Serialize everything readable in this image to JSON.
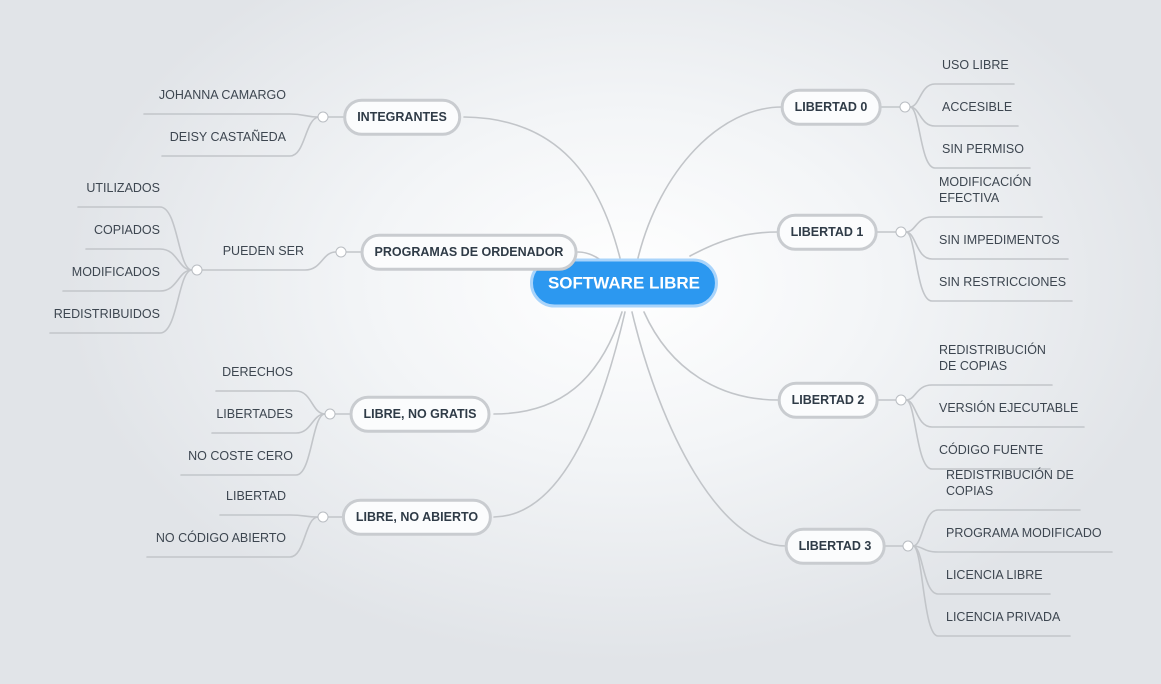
{
  "root": "SOFTWARE LIBRE",
  "left": {
    "integrantes": {
      "label": "INTEGRANTES",
      "children": [
        "JOHANNA CAMARGO",
        "DEISY CASTAÑEDA"
      ]
    },
    "programas": {
      "label": "PROGRAMAS DE ORDENADOR",
      "sub": "PUEDEN SER",
      "children": [
        "UTILIZADOS",
        "COPIADOS",
        "MODIFICADOS",
        "REDISTRIBUIDOS"
      ]
    },
    "libre_no_gratis": {
      "label": "LIBRE, NO GRATIS",
      "children": [
        "DERECHOS",
        "LIBERTADES",
        "NO COSTE CERO"
      ]
    },
    "libre_no_abierto": {
      "label": "LIBRE, NO ABIERTO",
      "children": [
        "LIBERTAD",
        "NO CÓDIGO ABIERTO"
      ]
    }
  },
  "right": {
    "libertad0": {
      "label": "LIBERTAD 0",
      "children": [
        "USO LIBRE",
        "ACCESIBLE",
        "SIN PERMISO"
      ]
    },
    "libertad1": {
      "label": "LIBERTAD 1",
      "children": [
        "MODIFICACIÓN EFECTIVA",
        "SIN IMPEDIMENTOS",
        "SIN RESTRICCIONES"
      ]
    },
    "libertad2": {
      "label": "LIBERTAD 2",
      "children": [
        "REDISTRIBUCIÓN DE COPIAS",
        "VERSIÓN EJECUTABLE",
        "CÓDIGO FUENTE"
      ]
    },
    "libertad3": {
      "label": "LIBERTAD 3",
      "children": [
        "REDISTRIBUCIÓN DE COPIAS",
        "PROGRAMA MODIFICADO",
        "LICENCIA LIBRE",
        "LICENCIA PRIVADA"
      ]
    }
  },
  "colors": {
    "root_fill": "#2c98f0",
    "branch_line": "#c2c5c9",
    "node_border": "#c9ccd0",
    "background": "#e1e4e8"
  }
}
